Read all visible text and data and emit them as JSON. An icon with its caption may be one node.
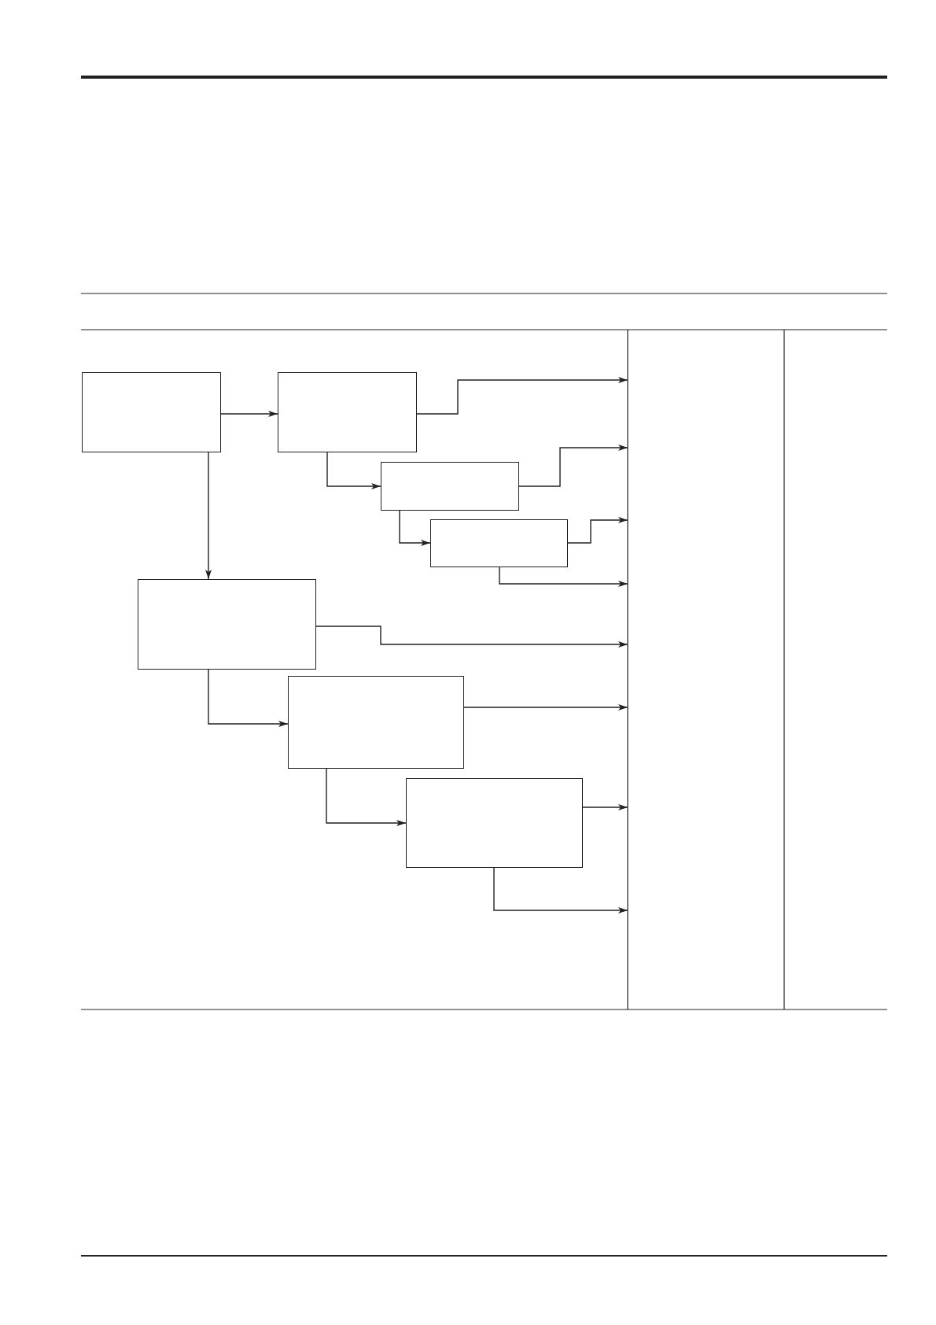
{
  "diagram": {
    "nodes": [
      {
        "text": [],
        "shape": "box"
      },
      {
        "text": [],
        "shape": "box"
      },
      {
        "text": [],
        "shape": "box"
      },
      {
        "text": [],
        "shape": "box"
      },
      {
        "text": [],
        "shape": "box"
      },
      {
        "text": [],
        "shape": "box"
      },
      {
        "text": [],
        "shape": "box"
      }
    ],
    "edges": [
      {
        "from": 0,
        "to": 1,
        "arrow": "to"
      },
      {
        "from": 0,
        "to": 4,
        "arrow": "to"
      },
      {
        "from": 1,
        "to": 2,
        "arrow": "to"
      },
      {
        "from": 2,
        "to": 3,
        "arrow": "to"
      },
      {
        "from": 4,
        "to": 5,
        "arrow": "to"
      },
      {
        "from": 5,
        "to": 6,
        "arrow": "to"
      },
      {
        "from": 1,
        "to": null,
        "arrow": "to"
      },
      {
        "from": 2,
        "to": null,
        "arrow": "to"
      },
      {
        "from": 3,
        "to": null,
        "arrow": "to"
      },
      {
        "from": 3,
        "to": null,
        "arrow": "to"
      },
      {
        "from": 4,
        "to": null,
        "arrow": "to"
      },
      {
        "from": 5,
        "to": null,
        "arrow": "to"
      },
      {
        "from": 6,
        "to": null,
        "arrow": "to"
      },
      {
        "from": 6,
        "to": null,
        "arrow": "to"
      }
    ]
  }
}
